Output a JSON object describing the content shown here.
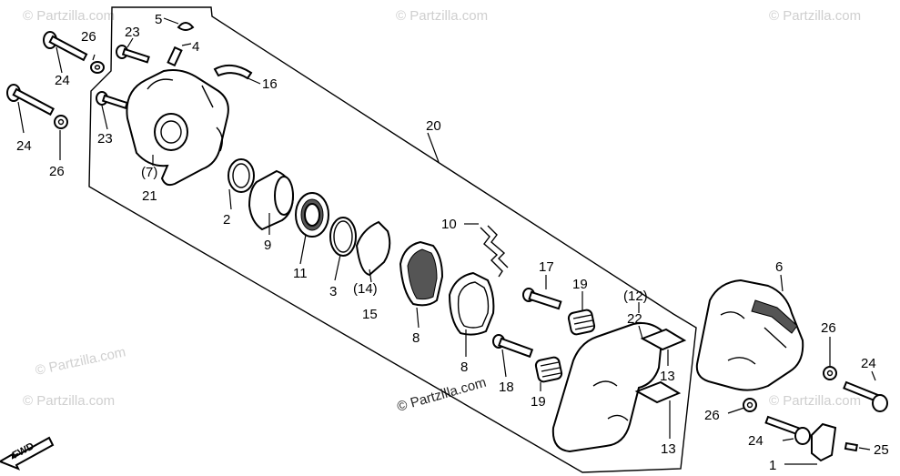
{
  "watermark": {
    "brand": "© Partzilla.com",
    "center": "© Partzilla.com"
  },
  "forward_mark": "FWD",
  "callouts": {
    "c1": "1",
    "c2": "2",
    "c3": "3",
    "c4": "4",
    "c5": "5",
    "c6": "6",
    "c7": "(7)",
    "c8a": "8",
    "c8b": "8",
    "c9": "9",
    "c10": "10",
    "c11": "11",
    "c12": "(12)",
    "c13a": "13",
    "c13b": "13",
    "c14": "(14)",
    "c15": "15",
    "c16": "16",
    "c17": "17",
    "c18": "18",
    "c19a": "19",
    "c19b": "19",
    "c20": "20",
    "c21": "21",
    "c22": "22",
    "c23a": "23",
    "c23b": "23",
    "c24a": "24",
    "c24b": "24",
    "c24c": "24",
    "c24d": "24",
    "c25": "25",
    "c26a": "26",
    "c26b": "26",
    "c26c": "26",
    "c26d": "26"
  }
}
